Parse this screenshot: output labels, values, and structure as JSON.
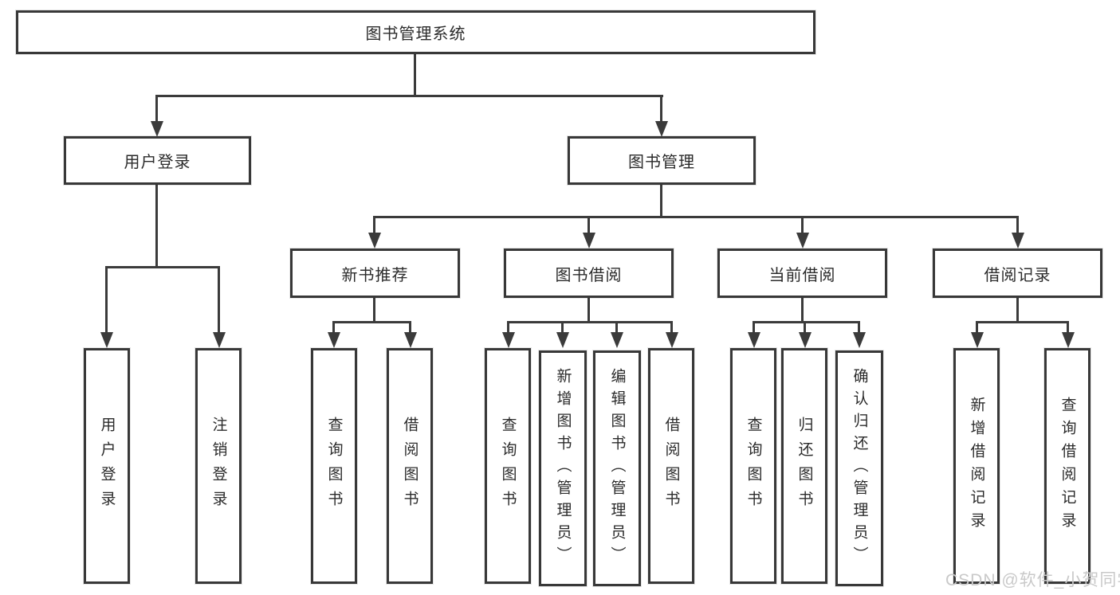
{
  "diagram": {
    "title": "图书管理系统",
    "nodes": {
      "root": "图书管理系统",
      "user_login": "用户登录",
      "book_mgmt": "图书管理",
      "new_book_rec": "新书推荐",
      "book_borrow": "图书借阅",
      "current_borrow": "当前借阅",
      "borrow_record": "借阅记录",
      "leaf_user_login": "用户登录",
      "leaf_logout": "注销登录",
      "leaf_query_book_1": "查询图书",
      "leaf_borrow_book_1": "借阅图书",
      "leaf_query_book_2": "查询图书",
      "leaf_add_book": "新增图书（管理员）",
      "leaf_edit_book": "编辑图书（管理员）",
      "leaf_borrow_book_2": "借阅图书",
      "leaf_query_book_3": "查询图书",
      "leaf_return_book": "归还图书",
      "leaf_confirm_return": "确认归还（管理员）",
      "leaf_add_record": "新增借阅记录",
      "leaf_query_record": "查询借阅记录"
    },
    "colors": {
      "line": "#3b3b3b",
      "box_border": "#383838",
      "background": "#ffffff",
      "watermark": "#c9c9c9"
    }
  },
  "watermark": {
    "text": "CSDN @软件_小贺同学"
  }
}
